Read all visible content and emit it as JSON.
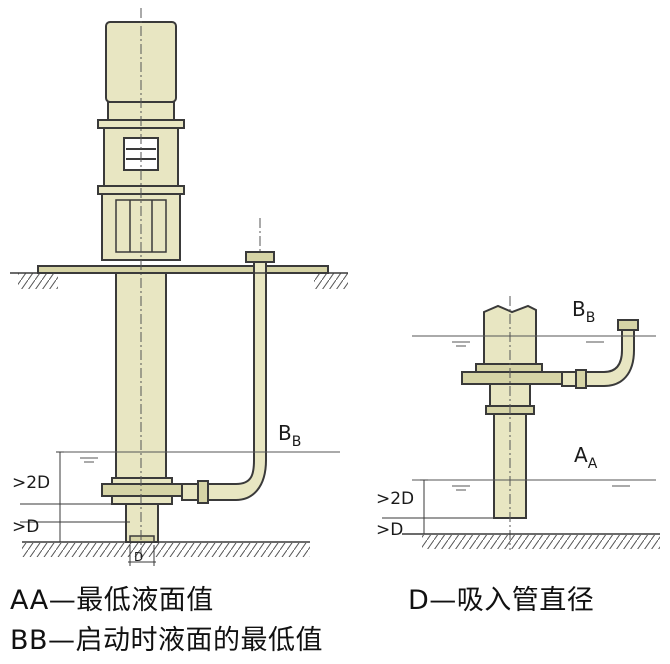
{
  "colors": {
    "pump_fill": "#e8e6c2",
    "pump_fill_dark": "#d6d4a6",
    "line": "#3a3a3a",
    "ground_hatch": "#555555",
    "background": "#ffffff"
  },
  "diagram": {
    "left": {
      "label_bb": "B",
      "label_bb_sub": "B",
      "dim_2d": ">2D",
      "dim_d": ">D",
      "dim_bottom": "D"
    },
    "right": {
      "label_bb": "B",
      "label_bb_sub": "B",
      "label_aa": "A",
      "label_aa_sub": "A",
      "dim_2d": ">2D",
      "dim_d": ">D"
    }
  },
  "legend": {
    "aa": "AA—最低液面值",
    "bb": "BB—启动时液面的最低值",
    "d": "D—吸入管直径"
  }
}
